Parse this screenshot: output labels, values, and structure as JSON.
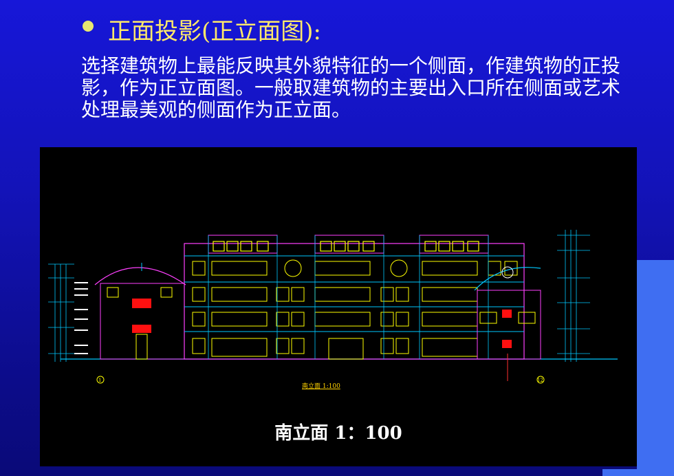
{
  "slide": {
    "title": "正面投影(正立面图):",
    "body": "选择建筑物上最能反映其外貌特征的一个侧面，作建筑物的正投影，作为正立面图。一般取建筑物的主要出入口所在侧面或艺术处理最美观的侧面作为正立面。",
    "bullet_color": "#e8e870",
    "title_color": "#ffe96a"
  },
  "drawing": {
    "caption": "南立面 1：100",
    "sub_caption": "南立面 1:100",
    "axis_left": "1",
    "axis_right": "12"
  }
}
